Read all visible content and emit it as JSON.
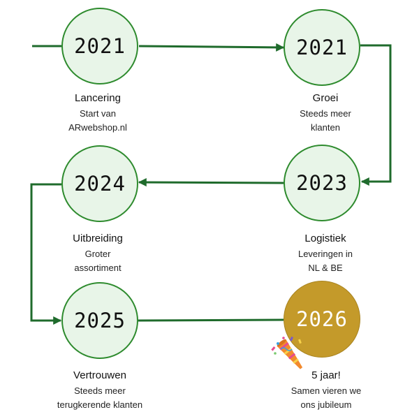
{
  "milestones": [
    {
      "year": "2021",
      "title": "Lancering",
      "desc": [
        "Start van",
        "ARwebshop.nl"
      ]
    },
    {
      "year": "2021",
      "title": "Groei",
      "desc": [
        "Steeds meer",
        "klanten"
      ]
    },
    {
      "year": "2024",
      "title": "Uitbreiding",
      "desc": [
        "Groter",
        "assortiment"
      ]
    },
    {
      "year": "2023",
      "title": "Logistiek",
      "desc": [
        "Leveringen in",
        "NL & BE"
      ]
    },
    {
      "year": "2025",
      "title": "Vertrouwen",
      "desc": [
        "Steeds meer",
        "terugkerende klanten"
      ]
    },
    {
      "year": "2026",
      "title": "5 jaar!",
      "desc": [
        "Samen vieren we",
        "ons jubileum"
      ]
    }
  ],
  "colors": {
    "line": "#1f6b2c",
    "circle_fill": "#e8f5e8",
    "circle_border": "#2e8b2e",
    "anniversary_fill": "#c49a2a"
  },
  "icons": {
    "celebration": "party-popper-icon"
  }
}
